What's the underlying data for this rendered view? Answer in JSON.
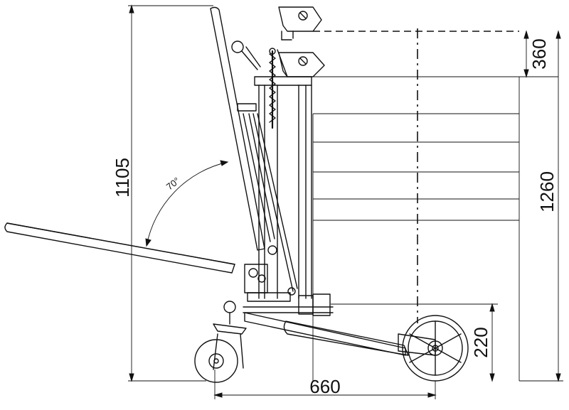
{
  "dimensions": {
    "height_1105": "1105",
    "height_1260": "1260",
    "lift_360": "360",
    "ground_220": "220",
    "width_660": "660"
  },
  "angle": {
    "handle_tilt": "70°"
  },
  "colors": {
    "line": "#111111",
    "background": "#ffffff"
  }
}
